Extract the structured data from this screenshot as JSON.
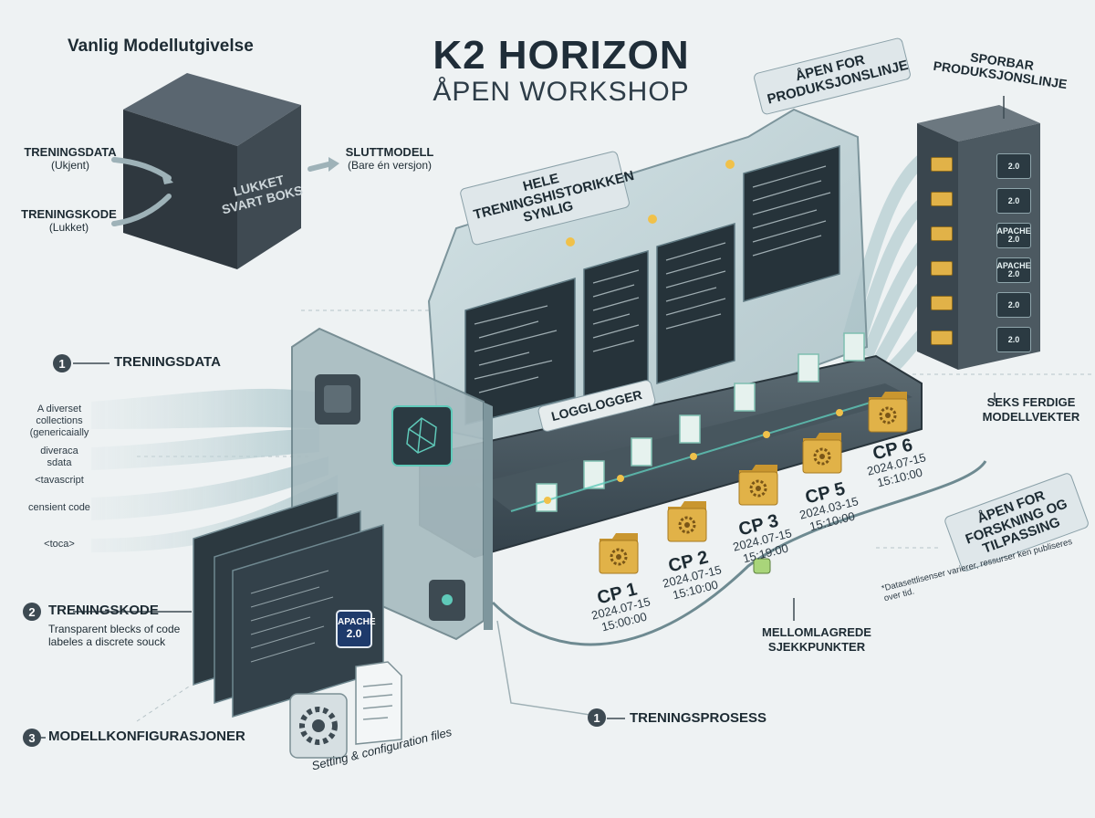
{
  "header": {
    "title": "K2 HORIZON",
    "subtitle": "ÅPEN WORKSHOP"
  },
  "standard_release": {
    "heading": "Vanlig Modellutgivelse",
    "box_label_line1": "LUKKET",
    "box_label_line2": "SVART BOKS",
    "input1_label": "TRENINGSDATA",
    "input1_note": "(Ukjent)",
    "input2_label": "TRENINGSKODE",
    "input2_note": "(Lukket)",
    "output_label": "SLUTTMODELL",
    "output_note": "(Bare én versjon)"
  },
  "callouts": {
    "history": "HELE TRENINGSHISTORIKKEN SYNLIG",
    "open_pipeline": "ÅPEN FOR PRODUKSJONSLINJE",
    "traceable_pipeline": "SPORBAR PRODUKSJONSLINJE",
    "research": "ÅPEN FOR FORSKNING OG TILPASSING",
    "six_weights": "SEKS FERDIGE MODELLVEKTER",
    "checkpoints": "MELLOMLAGREDE SJEKKPUNKTER",
    "logger": "LOGGLOGGER"
  },
  "left_items": {
    "item1_num": "1",
    "item1_label": "TRENINGSDATA",
    "item1_notes": [
      "A diverset collections (genericaially",
      "diveraca sdata",
      "<tavascript",
      "censient code",
      "<toca>"
    ],
    "item2_num": "2",
    "item2_label": "TRENINGSKODE",
    "item2_note": "Transparent blecks of code labeles a discrete souck",
    "item3_num": "3",
    "item3_label": "MODELLKONFIGURASJONER",
    "config_caption": "Setting & configuration files",
    "license_badge_line1": "APACHE",
    "license_badge_line2": "2.0"
  },
  "process": {
    "num": "1",
    "label": "TRENINGSPROSESS"
  },
  "checkpoints": [
    {
      "name": "CP 1",
      "date": "2024.07-15",
      "time": "15:00:00"
    },
    {
      "name": "CP 2",
      "date": "2024.07-15",
      "time": "15:10:00"
    },
    {
      "name": "CP 3",
      "date": "2024.07-15",
      "time": "15:19:00"
    },
    {
      "name": "CP 5",
      "date": "2024.03-15",
      "time": "15:10:00"
    },
    {
      "name": "CP 6",
      "date": "2024.07-15",
      "time": "15:10:00"
    }
  ],
  "server_slots": [
    "2.0",
    "2.0",
    "APACHE 2.0",
    "APACHE 2.0",
    "2.0",
    "2.0"
  ],
  "footnote": "*Datasettlisenser varierer, ressurser ken publiseres over tid.",
  "colors": {
    "background": "#eef2f3",
    "accent_teal": "#5fc9b9",
    "folder_gold": "#e1b248",
    "dark_panel": "#2b3a42"
  }
}
